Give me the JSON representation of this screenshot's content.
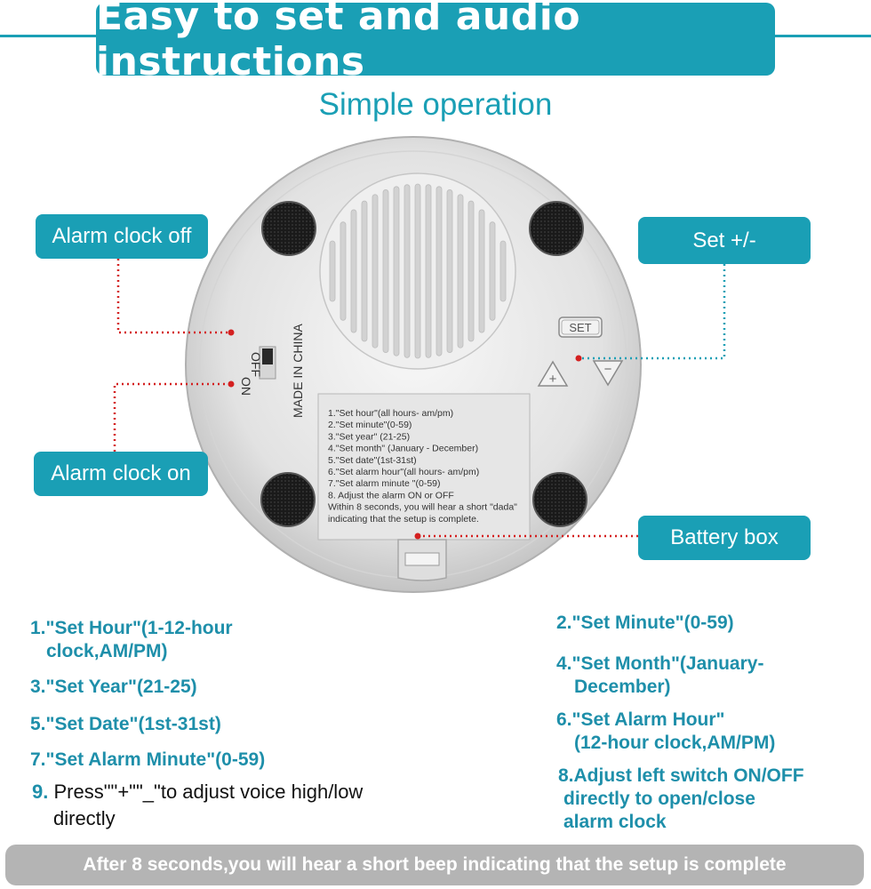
{
  "header": {
    "title": "Easy to set and audio instructions",
    "subtitle": "Simple operation"
  },
  "callouts": {
    "alarm_off": "Alarm clock off",
    "set": "Set +/-",
    "alarm_on": "Alarm clock on",
    "battery": "Battery box"
  },
  "device": {
    "switch_off": "OFF",
    "switch_on": "ON",
    "made_in": "MADE IN CHINA",
    "set_button": "SET",
    "plus": "+",
    "minus": "−",
    "label_lines": [
      "1.\"Set hour\"(all hours- am/pm)",
      "2.\"Set minute\"(0-59)",
      "3.\"Set year\" (21-25)",
      "4.\"Set month\"  (January - December)",
      "5.\"Set date\"(1st-31st)",
      "6.\"Set alarm hour\"(all hours- am/pm)",
      "7.\"Set alarm minute \"(0-59)",
      "8. Adjust the alarm ON or OFF",
      "Within 8 seconds, you will hear a short \"dada\"",
      "indicating that the setup is complete."
    ]
  },
  "steps": {
    "s1_line1": "1.\"Set Hour\"(1-12-hour",
    "s1_line2": "clock,AM/PM)",
    "s2": "2.\"Set Minute\"(0-59)",
    "s3": "3.\"Set Year\"(21-25)",
    "s4_line1": "4.\"Set Month\"(January-",
    "s4_line2": "December)",
    "s5": "5.\"Set Date\"(1st-31st)",
    "s6_line1": "6.\"Set Alarm Hour\"",
    "s6_line2": "(12-hour clock,AM/PM)",
    "s7": "7.\"Set Alarm Minute\"(0-59)",
    "s8_line1": "8.Adjust left switch ON/OFF",
    "s8_line2": "directly to open/close",
    "s8_line3": "alarm clock",
    "s9_num": "9.",
    "s9_line1": "Press\"\"+\"\"_\"to adjust voice high/low",
    "s9_line2": "directly"
  },
  "footer": "After 8 seconds,you will hear a short beep indicating that the setup is complete",
  "colors": {
    "accent": "#1a9fb5",
    "step_text": "#1e8faa",
    "pointer": "#d42020",
    "footer_bg": "#b4b4b4"
  }
}
